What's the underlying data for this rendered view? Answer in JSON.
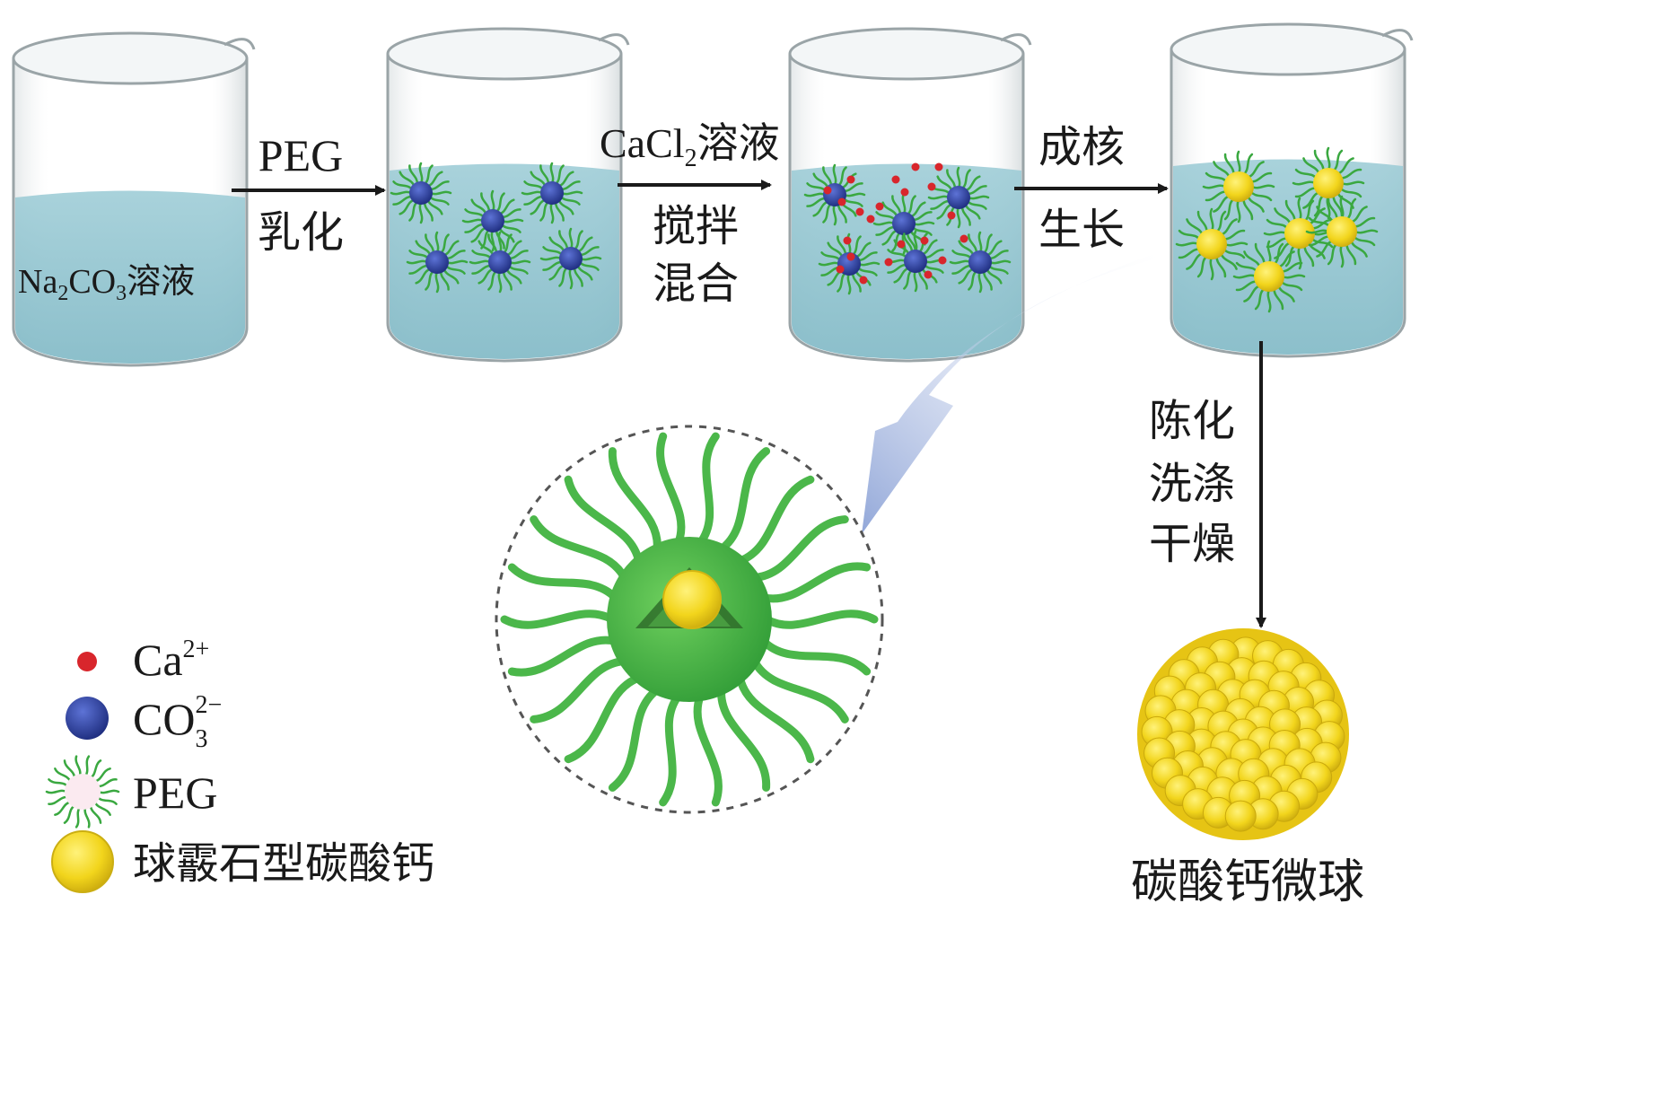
{
  "diagram": {
    "beaker1_label": {
      "a": "Na",
      "a_sub": "2",
      "b": "CO",
      "b_sub": "3",
      "c": "溶液"
    },
    "step1": {
      "top": "PEG",
      "bottom": "乳化"
    },
    "step2": {
      "top_a": "CaCl",
      "top_sub": "2",
      "top_b": "溶液",
      "line1": "搅拌",
      "line2": "混合"
    },
    "step3": {
      "top": "成核",
      "bottom": "生长"
    },
    "step4": {
      "line1": "陈化",
      "line2": "洗涤",
      "line3": "干燥"
    },
    "product_label": "碳酸钙微球"
  },
  "legend": {
    "ca": {
      "base": "Ca",
      "sup": "2+"
    },
    "co3": {
      "base": "CO",
      "sub": "3",
      "sup": "2−"
    },
    "peg": "PEG",
    "vaterite": "球霰石型碳酸钙"
  },
  "colors": {
    "water": "#8fc4cf",
    "peg_green": "#3aa840",
    "co3_blue": "#2a3f9c",
    "ca_red": "#d8262c",
    "caco3_yellow": "#f2d51c",
    "arrow": "#1a1a1a",
    "curved_arrow": "#8fa6d6"
  }
}
